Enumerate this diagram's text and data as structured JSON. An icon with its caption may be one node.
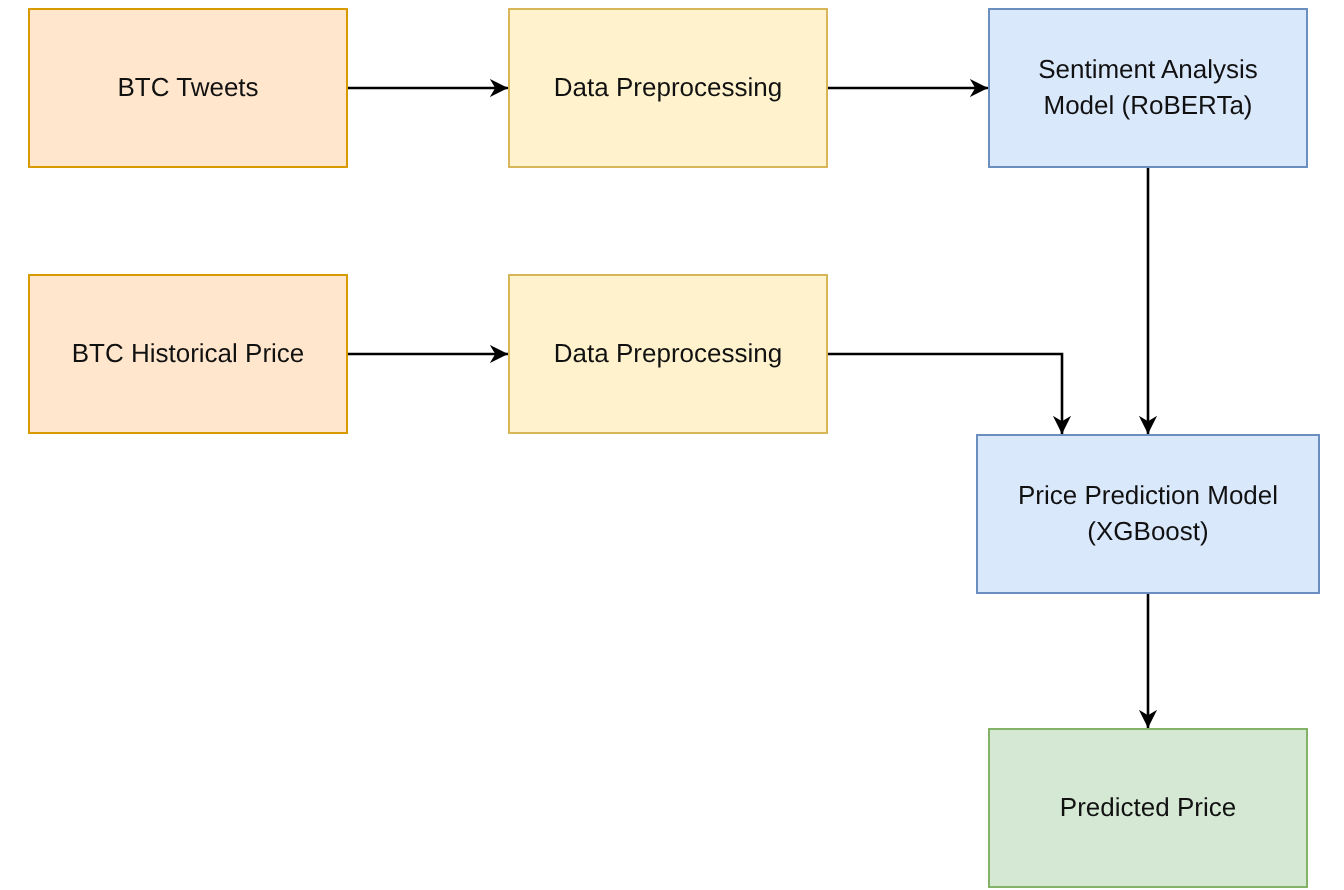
{
  "diagram": {
    "nodes": [
      {
        "text": [
          "BTC Tweets"
        ]
      },
      {
        "text": [
          "Data Preprocessing"
        ]
      },
      {
        "text": [
          "Sentiment Analysis Model (RoBERTa)"
        ]
      },
      {
        "text": [
          "BTC Historical Price"
        ]
      },
      {
        "text": [
          "Data Preprocessing"
        ]
      },
      {
        "text": [
          "Price Prediction Model (XGBoost)"
        ]
      },
      {
        "text": [
          "Predicted Price"
        ]
      }
    ],
    "edges": [
      {
        "from": 0,
        "to": 1,
        "arrow": "to"
      },
      {
        "from": 1,
        "to": 2,
        "arrow": "to"
      },
      {
        "from": 3,
        "to": 4,
        "arrow": "to"
      },
      {
        "from": 4,
        "to": 5,
        "arrow": "to"
      },
      {
        "from": 2,
        "to": 5,
        "arrow": "to"
      },
      {
        "from": 5,
        "to": 6,
        "arrow": "to"
      }
    ]
  }
}
